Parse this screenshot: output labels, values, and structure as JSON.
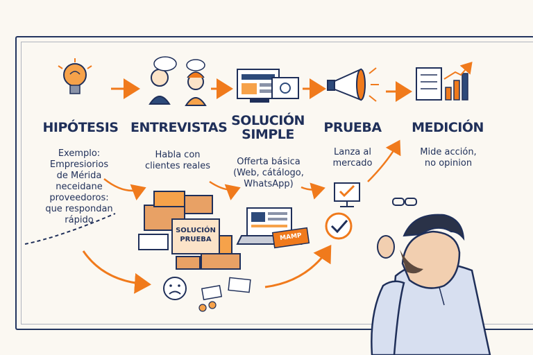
{
  "stages": [
    {
      "title": "HIPÓTESIS",
      "desc": [
        "Exemplo:",
        "Empresiorios",
        "de Mérida",
        "neceidane",
        "proveedoros:",
        "que respondan",
        "rápido"
      ]
    },
    {
      "title": "ENTREVISTAS",
      "desc": [
        "Habla con",
        "clientes reales"
      ]
    },
    {
      "title_lines": [
        "SOLUCIÓN",
        "SIMPLE"
      ],
      "desc": [
        "Offerta básica",
        "(Web, cátálogo,",
        "WhatsApp)"
      ]
    },
    {
      "title": "PRUEBA",
      "desc": [
        "Lanza al",
        "mercado"
      ]
    },
    {
      "title": "MEDICIÓN",
      "desc": [
        "Mide acción,",
        "no opinion"
      ]
    }
  ],
  "box_label": [
    "SOLUCIÓN",
    "PRUEBA"
  ],
  "laptop_label": "MAMP",
  "colors": {
    "ink": "#1f2f59",
    "accent": "#f07a1c",
    "paper": "#fbf8f2"
  }
}
